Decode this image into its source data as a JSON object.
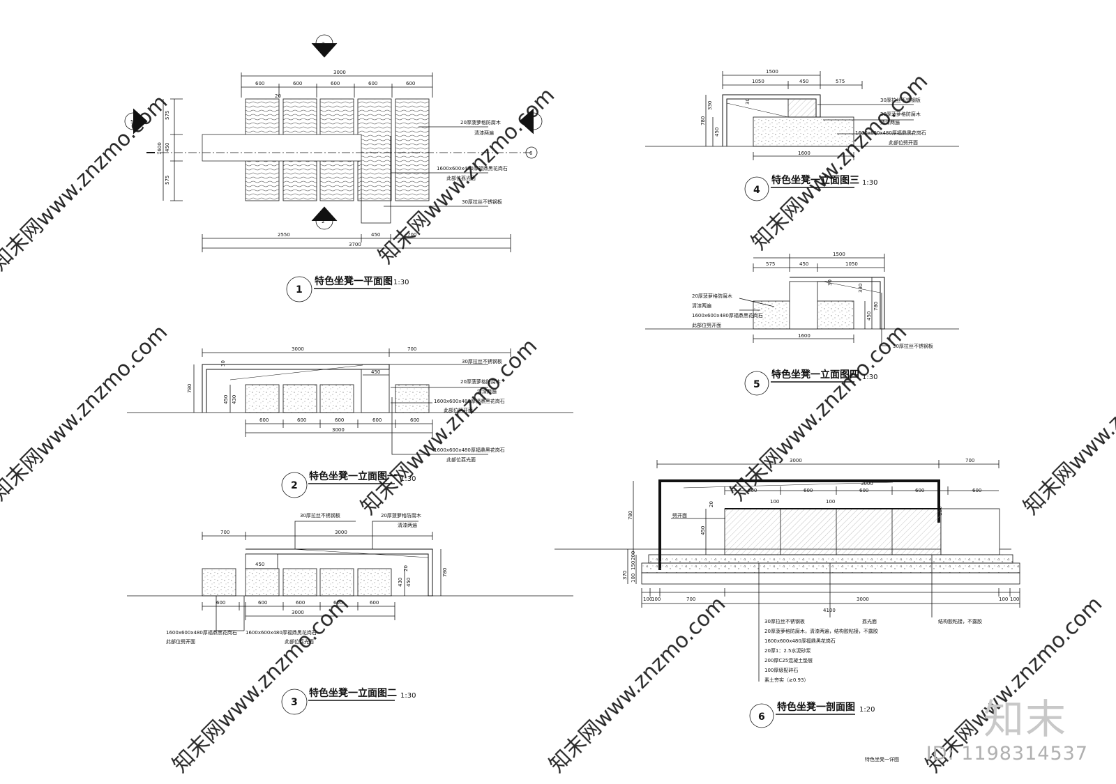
{
  "sheet": {
    "footer": "特色坐凳一详图"
  },
  "branding": {
    "logo": "知末",
    "id": "ID: 1198314537",
    "watermark": "知末网www.znzmo.com"
  },
  "views": [
    {
      "no": "1",
      "title": "特色坐凳一平面图",
      "scale": "1:30",
      "dims": {
        "total_top": "3000",
        "module": "600",
        "gap": "20",
        "total_side": "1600",
        "side_a": "575",
        "side_b": "450",
        "side_c": "575",
        "bottom_a": "2550",
        "bottom_b": "450",
        "bottom_c": "700",
        "bottom_total": "3700"
      },
      "notes": [
        "20厚菠萝格防腐木",
        "清漆两遍",
        "1600x600x480厚福鼎黑花岗石",
        "此部位荔光面",
        "30厚拉丝不锈钢板"
      ],
      "markers": [
        "3",
        "2",
        "5",
        "4",
        "6"
      ]
    },
    {
      "no": "2",
      "title": "特色坐凳一立面图一",
      "scale": "1:30",
      "dims": {
        "top_a": "3000",
        "top_b": "700",
        "h_total": "780",
        "h_seat": "450",
        "h_top": "30",
        "h_wood": "430",
        "w_post": "450",
        "module": "600",
        "total": "3000"
      },
      "notes": [
        "30厚拉丝不锈钢板",
        "20厚菠萝格防腐木",
        "清漆两遍",
        "1600x600x480厚福鼎黑花岗石",
        "此部位劈开面",
        "1600x600x480厚福鼎黑花岗石",
        "此部位荔光面"
      ]
    },
    {
      "no": "3",
      "title": "特色坐凳一立面图二",
      "scale": "1:30",
      "dims": {
        "top_a": "700",
        "top_b": "3000",
        "w_post": "450",
        "h_top": "20",
        "h_wood": "430",
        "h_seat": "450",
        "h_total": "780",
        "module": "600",
        "total": "3000"
      },
      "notes_top": [
        "30厚拉丝不锈钢板",
        "20厚菠萝格防腐木",
        "清漆两遍"
      ],
      "notes_bottom": [
        "1600x600x480厚福鼎黑花岗石",
        "此部位劈开面",
        "1600x600x480厚福鼎黑花岗石",
        "此部位荔光面"
      ]
    },
    {
      "no": "4",
      "title": "特色坐凳一立面图三",
      "scale": "1:30",
      "dims": {
        "top_total": "1500",
        "a": "1050",
        "b": "450",
        "c": "575",
        "h_top": "330",
        "h_seat": "450",
        "h_total": "780",
        "gap": "30",
        "base": "1600"
      },
      "notes": [
        "30厚拉丝不锈钢板",
        "20厚菠萝格防腐木",
        "清漆两遍",
        "1600x600x480厚福鼎黑花岗石",
        "此部位劈开面"
      ]
    },
    {
      "no": "5",
      "title": "特色坐凳一立面图四",
      "scale": "1:30",
      "dims": {
        "top_total": "1500",
        "a": "575",
        "b": "450",
        "c": "1050",
        "gap": "30",
        "h_top": "330",
        "h_seat": "450",
        "h_total": "780",
        "base": "1600"
      },
      "notes_left": [
        "20厚菠萝格防腐木",
        "清漆两遍",
        "1600x600x480厚福鼎黑花岗石",
        "此部位劈开面"
      ],
      "notes_right": [
        "30厚拉丝不锈钢板"
      ]
    },
    {
      "no": "6",
      "title": "特色坐凳一剖面图",
      "scale": "1:20",
      "dims": {
        "top_a": "3000",
        "top_b": "700",
        "inner": "3000",
        "module": "600",
        "h_total": "780",
        "h_seat": "450",
        "h_top": "20",
        "gap": "100",
        "bottom_total": "4100",
        "b_a": "100",
        "b_b": "100",
        "b_c": "700",
        "b_d": "3000",
        "b_e": "100",
        "b_f": "100",
        "left_a": "370",
        "left_b": "100",
        "left_c": "150",
        "left_d": "200",
        "left_e": "20"
      },
      "notes": [
        "30厚拉丝不锈钢板",
        "20厚菠萝格防腐木，清漆两遍，结构胶粘接，不露胶",
        "1600x600x480厚福鼎黑花岗石",
        "20厚1：2.5水泥砂浆",
        "200厚C25混凝土垫层",
        "100厚级配碎石",
        "素土夯实（≥0.93）"
      ],
      "side_notes": [
        "劈开面",
        "荔光面",
        "结构胶粘接，不露胶"
      ]
    }
  ]
}
